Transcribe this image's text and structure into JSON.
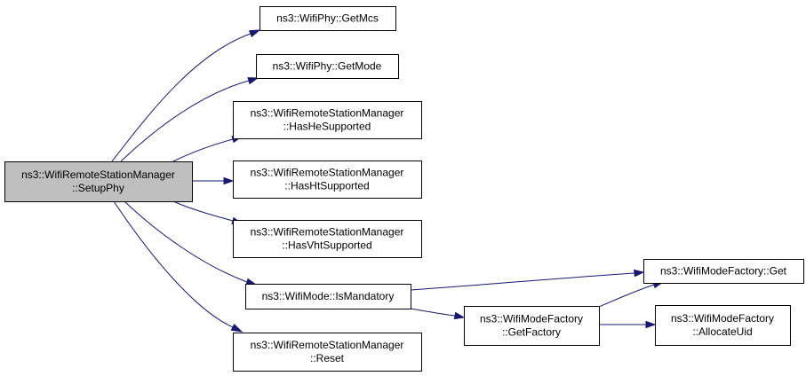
{
  "colors": {
    "edge": "#191970",
    "root_fill": "#bfbfbf",
    "node_fill": "#ffffff",
    "border": "#000000"
  },
  "nodes": [
    {
      "id": "setupphy",
      "name": "setup-phy-node",
      "lines": [
        "ns3::WifiRemoteStationManager",
        "::SetupPhy"
      ],
      "root": true
    },
    {
      "id": "getmcs",
      "name": "get-mcs-node",
      "lines": [
        "ns3::WifiPhy::GetMcs"
      ]
    },
    {
      "id": "getmode",
      "name": "get-mode-node",
      "lines": [
        "ns3::WifiPhy::GetMode"
      ]
    },
    {
      "id": "hashe",
      "name": "has-he-supported-node",
      "lines": [
        "ns3::WifiRemoteStationManager",
        "::HasHeSupported"
      ]
    },
    {
      "id": "hasht",
      "name": "has-ht-supported-node",
      "lines": [
        "ns3::WifiRemoteStationManager",
        "::HasHtSupported"
      ]
    },
    {
      "id": "hasvht",
      "name": "has-vht-supported-node",
      "lines": [
        "ns3::WifiRemoteStationManager",
        "::HasVhtSupported"
      ]
    },
    {
      "id": "ismandatory",
      "name": "is-mandatory-node",
      "lines": [
        "ns3::WifiMode::IsMandatory"
      ]
    },
    {
      "id": "reset",
      "name": "reset-node",
      "lines": [
        "ns3::WifiRemoteStationManager",
        "::Reset"
      ]
    },
    {
      "id": "getfactory",
      "name": "get-factory-node",
      "lines": [
        "ns3::WifiModeFactory",
        "::GetFactory"
      ]
    },
    {
      "id": "get",
      "name": "factory-get-node",
      "lines": [
        "ns3::WifiModeFactory::Get"
      ]
    },
    {
      "id": "allocateuid",
      "name": "allocate-uid-node",
      "lines": [
        "ns3::WifiModeFactory",
        "::AllocateUid"
      ]
    }
  ],
  "edges": [
    {
      "from": "setupphy",
      "to": "getmcs"
    },
    {
      "from": "setupphy",
      "to": "getmode"
    },
    {
      "from": "setupphy",
      "to": "hashe"
    },
    {
      "from": "setupphy",
      "to": "hasht"
    },
    {
      "from": "setupphy",
      "to": "hasvht"
    },
    {
      "from": "setupphy",
      "to": "ismandatory"
    },
    {
      "from": "setupphy",
      "to": "reset"
    },
    {
      "from": "ismandatory",
      "to": "get"
    },
    {
      "from": "ismandatory",
      "to": "getfactory"
    },
    {
      "from": "getfactory",
      "to": "get"
    },
    {
      "from": "getfactory",
      "to": "allocateuid"
    }
  ]
}
